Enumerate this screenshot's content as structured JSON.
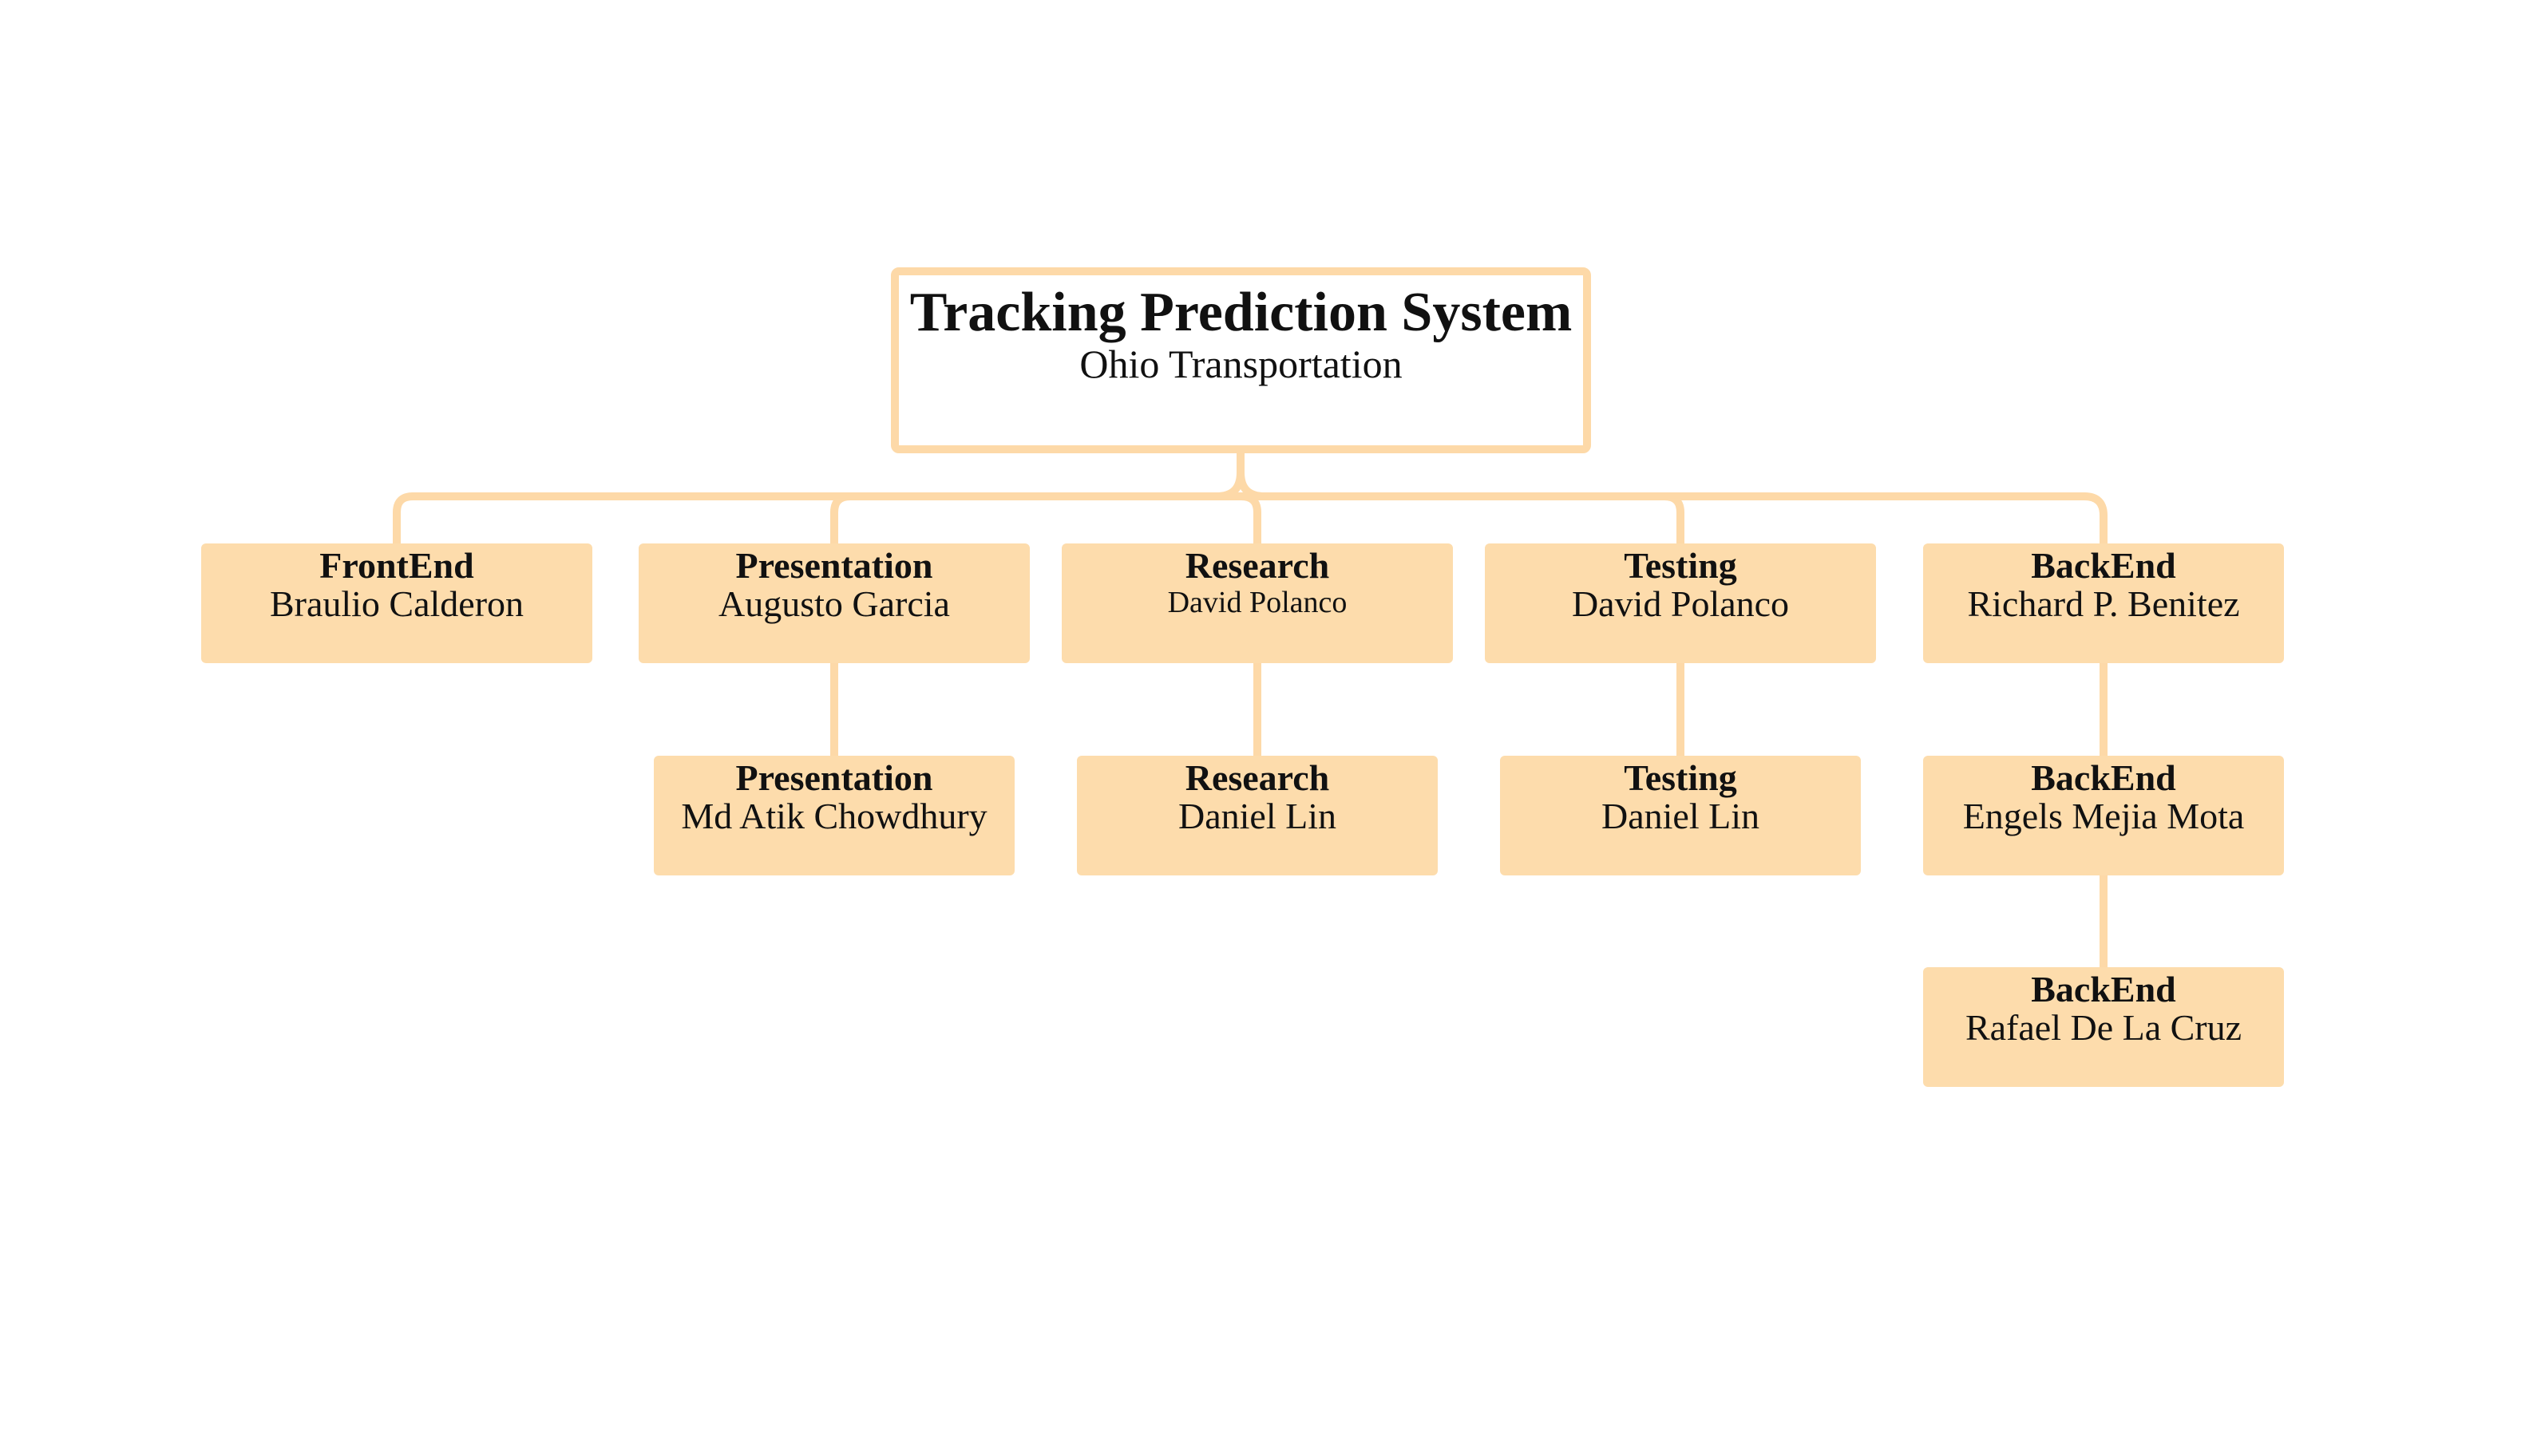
{
  "root": {
    "title": "Tracking Prediction System",
    "subtitle": "Ohio Transportation"
  },
  "teams": [
    {
      "role": "FrontEnd",
      "members": [
        "Braulio Calderon"
      ]
    },
    {
      "role": "Presentation",
      "members": [
        "Augusto Garcia",
        "Md Atik Chowdhury"
      ]
    },
    {
      "role": "Research",
      "members": [
        "David Polanco",
        "Daniel Lin"
      ]
    },
    {
      "role": "Testing",
      "members": [
        "David Polanco",
        "Daniel Lin"
      ]
    },
    {
      "role": "BackEnd",
      "members": [
        "Richard P. Benitez",
        "Engels Mejia Mota",
        "Rafael De La Cruz"
      ]
    }
  ],
  "colors": {
    "box_fill": "#fddcac",
    "connector": "#fdd9a8",
    "text": "#111111"
  }
}
